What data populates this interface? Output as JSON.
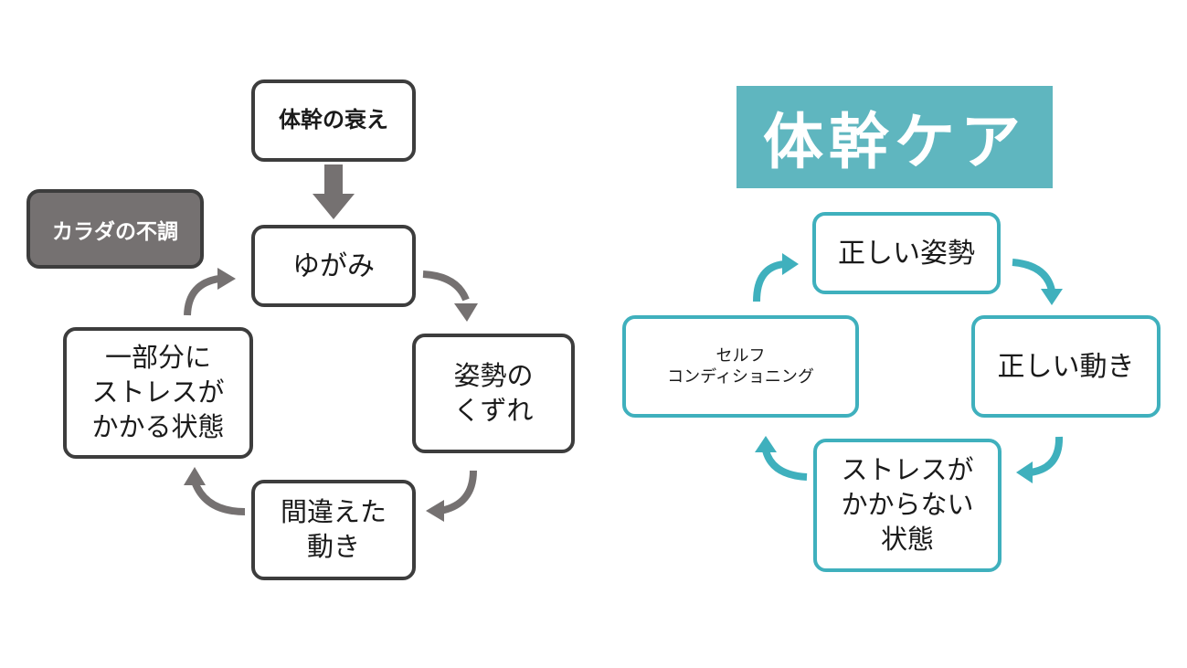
{
  "left": {
    "top_box": "体幹の衰え",
    "label": "カラダの不調",
    "cycle": {
      "top": "ゆがみ",
      "right": [
        "姿勢の",
        "くずれ"
      ],
      "bottom": [
        "間違えた",
        "動き"
      ],
      "left": [
        "一部分に",
        "ストレスが",
        "かかる状態"
      ]
    }
  },
  "right": {
    "brand": "体幹ケア",
    "cycle": {
      "top": "正しい姿勢",
      "right": "正しい動き",
      "bottom": [
        "ストレスが",
        "かからない",
        "状態"
      ],
      "left": [
        "セルフ",
        "コンディショニング"
      ]
    }
  },
  "colors": {
    "gray_border": "#3d3d3d",
    "gray_arrow": "#757171",
    "dark_label_fill": "#757171",
    "teal": "#3fb0bd",
    "brand_fill": "#5fb6bf"
  }
}
